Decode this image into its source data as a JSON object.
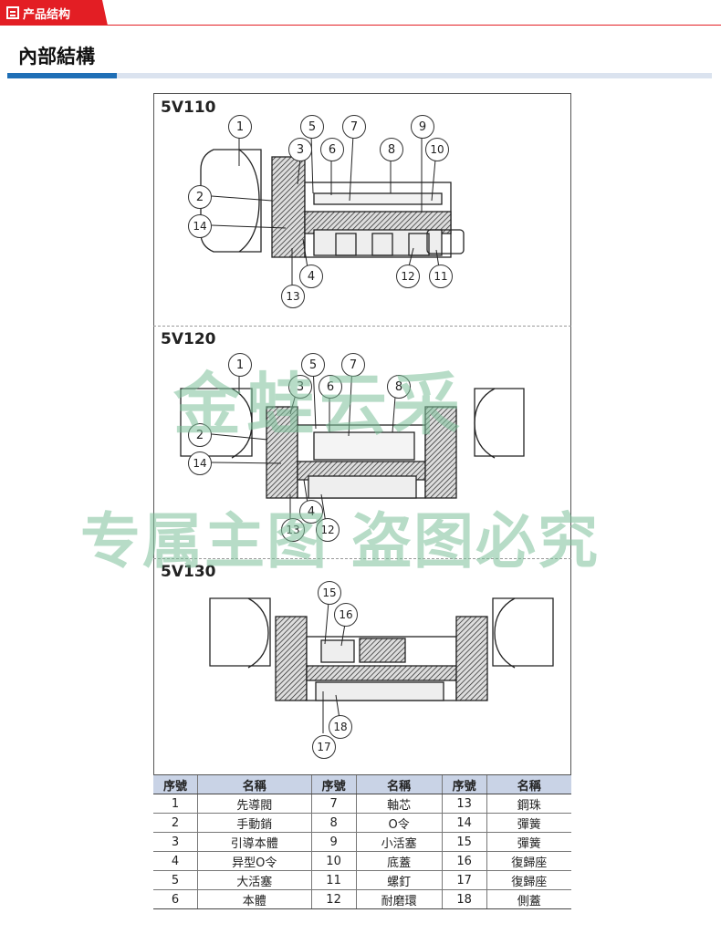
{
  "header": {
    "tag_icon": "document-icon",
    "tag_label": "产品结构",
    "section_title": "內部結構",
    "accent_color": "#e31e24",
    "rule_color": "#1f6fb6"
  },
  "models": [
    {
      "label": "5V110",
      "callouts": [
        "1",
        "2",
        "3",
        "4",
        "5",
        "6",
        "7",
        "8",
        "9",
        "10",
        "11",
        "12",
        "13",
        "14"
      ]
    },
    {
      "label": "5V120",
      "callouts": [
        "1",
        "2",
        "3",
        "4",
        "5",
        "6",
        "7",
        "8",
        "12",
        "13",
        "14"
      ]
    },
    {
      "label": "5V130",
      "callouts": [
        "15",
        "16",
        "17",
        "18"
      ]
    }
  ],
  "watermark": {
    "brand": "金蛙云采",
    "line": "专属主图  盗图必究",
    "color": "#7dc19a"
  },
  "parts_table": {
    "headers": [
      "序號",
      "名稱",
      "序號",
      "名稱",
      "序號",
      "名稱"
    ],
    "rows": [
      [
        "1",
        "先導閥",
        "7",
        "軸芯",
        "13",
        "鋼珠"
      ],
      [
        "2",
        "手動銷",
        "8",
        "O令",
        "14",
        "彈簧"
      ],
      [
        "3",
        "引導本體",
        "9",
        "小活塞",
        "15",
        "彈簧"
      ],
      [
        "4",
        "异型O令",
        "10",
        "底蓋",
        "16",
        "復歸座"
      ],
      [
        "5",
        "大活塞",
        "11",
        "螺釘",
        "17",
        "復歸座"
      ],
      [
        "6",
        "本體",
        "12",
        "耐磨環",
        "18",
        "側蓋"
      ]
    ]
  }
}
